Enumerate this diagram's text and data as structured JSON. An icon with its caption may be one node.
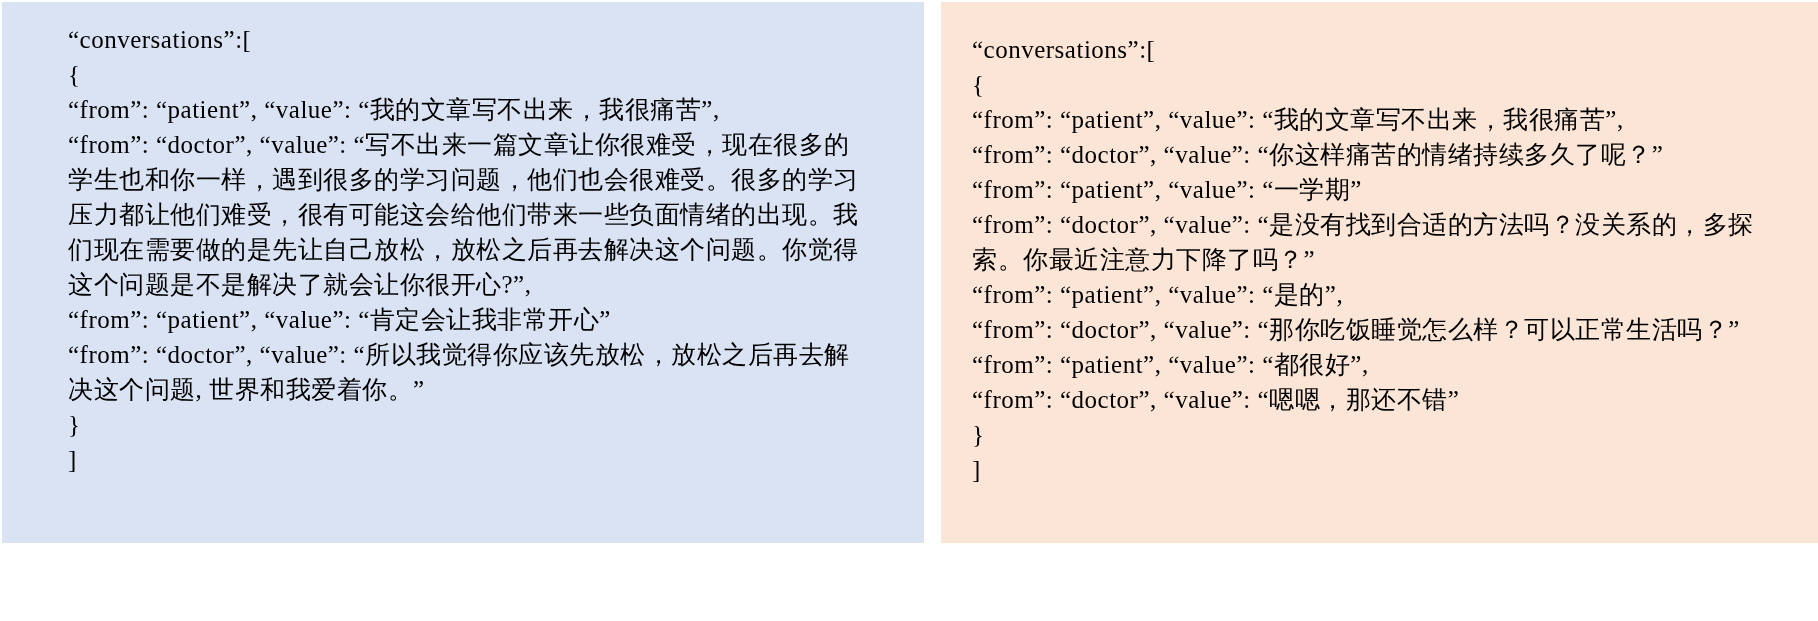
{
  "diagram": {
    "nodes": [
      {
        "text": [
          "“conversations”:[",
          "{",
          "“from”: “patient”, “value”: “我的文章写不出来，我很痛苦”,",
          "“from”: “doctor”, “value”: “写不出来一篇文章让你很难受，现在很多的学生也和你一样，遇到很多的学习问题，他们也会很难受。很多的学习压力都让他们难受，很有可能这会给他们带来一些负面情绪的出现。我们现在需要做的是先让自己放松，放松之后再去解决这个问题。你觉得这个问题是不是解决了就会让你很开心?”,",
          "“from”: “patient”, “value”: “肯定会让我非常开心”",
          "“from”: “doctor”, “value”: “所以我觉得你应该先放松，放松之后再去解决这个问题, 世界和我爱着你。”",
          "}",
          "]"
        ]
      },
      {
        "text": [
          "“conversations”:[",
          "{",
          "“from”: “patient”, “value”: “我的文章写不出来，我很痛苦”,",
          "“from”: “doctor”, “value”: “你这样痛苦的情绪持续多久了呢？”",
          "“from”: “patient”, “value”: “一学期”",
          "“from”: “doctor”, “value”: “是没有找到合适的方法吗？没关系的，多探索。你最近注意力下降了吗？”",
          "“from”: “patient”, “value”: “是的”,",
          "“from”: “doctor”, “value”: “那你吃饭睡觉怎么样？可以正常生活吗？”",
          "“from”: “patient”, “value”: “都很好”,",
          "“from”: “doctor”, “value”: “嗯嗯，那还不错”",
          "}",
          "]"
        ]
      }
    ]
  }
}
